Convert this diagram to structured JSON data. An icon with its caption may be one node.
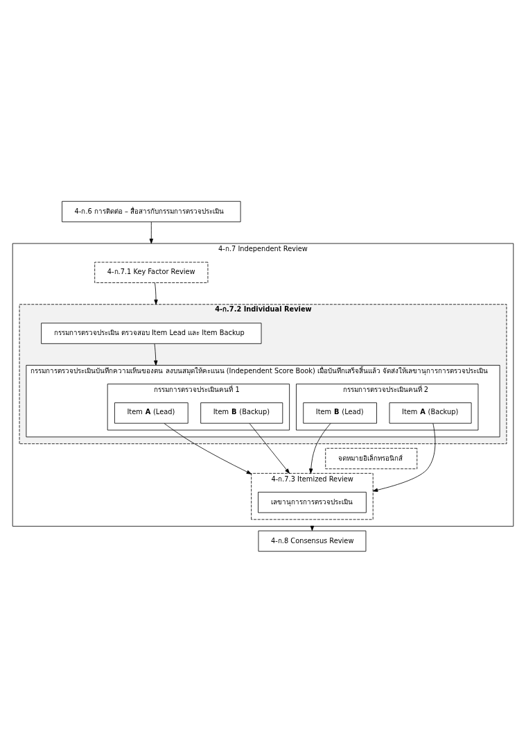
{
  "diagram": {
    "nodes": [
      {
        "text": [
          "4-ก.6 การติดต่อ – สื่อสารกับกรรมการตรวจประเมิน"
        ]
      },
      {
        "text": [
          "4-ก.7 Independent Review"
        ]
      },
      {
        "text": [
          "4-ก.7.1 Key Factor Review"
        ],
        "in": 1
      },
      {
        "text": [
          "**4-ก.7.2 Individual Review**"
        ],
        "in": 1
      },
      {
        "text": [
          "กรรมการตรวจประเมิน ตรวจสอบ Item Lead และ Item Backup"
        ],
        "in": 3
      },
      {
        "text": [
          "กรรมการตรวจประเมินบันทึกความเห็นของตน ลงบนสมุดให้คะแนน (Independent Score Book) เมื่อบันทึกเสร็จสิ้นแล้ว จัดส่งให้เลขานุการการตรวจประเมิน"
        ],
        "in": 3
      },
      {
        "text": [
          "กรรมการตรวจประเมินคนที่ 1"
        ],
        "in": 5
      },
      {
        "text": [
          "Item **A** (Lead)"
        ],
        "in": 6
      },
      {
        "text": [
          "Item **B** (Backup)"
        ],
        "in": 6
      },
      {
        "text": [
          "กรรมการตรวจประเมินคนที่ 2"
        ],
        "in": 5
      },
      {
        "text": [
          "Item **B** (Lead)"
        ],
        "in": 9
      },
      {
        "text": [
          "Item **A** (Backup)"
        ],
        "in": 9
      },
      {
        "text": [
          "จดหมายอิเล็กทรอนิกส์"
        ],
        "in": 1
      },
      {
        "text": [
          "4-ก.7.3 Itemized Review"
        ],
        "in": 1
      },
      {
        "text": [
          "เลขานุการการตรวจประเมิน"
        ],
        "in": 13
      },
      {
        "text": [
          "4-ก.8 Consensus Review"
        ]
      }
    ],
    "edges": [
      {
        "from": 0,
        "to": 1,
        "arrow": "to"
      },
      {
        "from": 2,
        "to": 3,
        "arrow": "to"
      },
      {
        "from": 4,
        "to": 5,
        "arrow": "to"
      },
      {
        "from": 7,
        "to": 13,
        "arrow": "to"
      },
      {
        "from": 8,
        "to": 13,
        "arrow": "to"
      },
      {
        "from": 10,
        "to": 13,
        "arrow": "to"
      },
      {
        "from": 11,
        "to": 13,
        "arrow": "to"
      },
      {
        "from": 1,
        "to": 15,
        "arrow": "to"
      }
    ]
  }
}
